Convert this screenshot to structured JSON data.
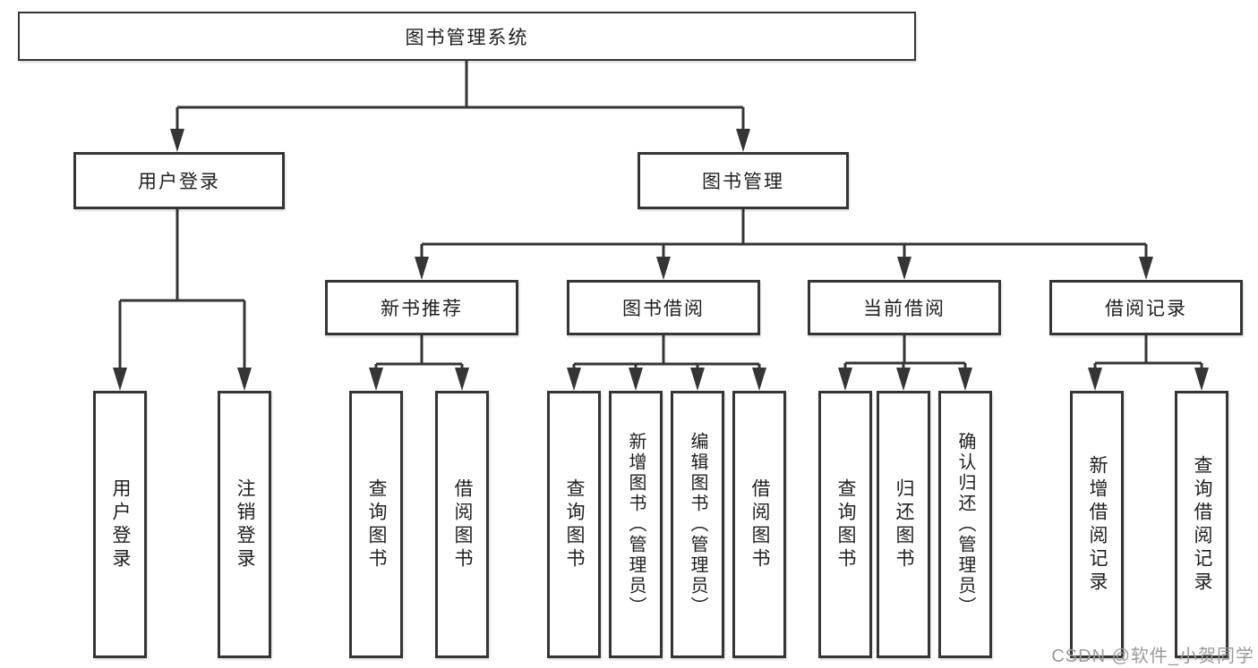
{
  "diagram": {
    "root": "图书管理系统",
    "branches": [
      {
        "label": "用户登录",
        "leaves": [
          "用户登录",
          "注销登录"
        ]
      },
      {
        "label": "图书管理",
        "groups": [
          {
            "label": "新书推荐",
            "leaves": [
              "查询图书",
              "借阅图书"
            ]
          },
          {
            "label": "图书借阅",
            "leaves": [
              "查询图书",
              "新增图书（管理员）",
              "编辑图书（管理员）",
              "借阅图书"
            ]
          },
          {
            "label": "当前借阅",
            "leaves": [
              "查询图书",
              "归还图书",
              "确认归还（管理员）"
            ]
          },
          {
            "label": "借阅记录",
            "leaves": [
              "新增借阅记录",
              "查询借阅记录"
            ]
          }
        ]
      }
    ]
  },
  "watermark": "CSDN @软件_小贺同学",
  "colors": {
    "line": "#353535",
    "text": "#1f1f1f",
    "watermark": "#9a9a9a",
    "background": "#ffffff"
  }
}
